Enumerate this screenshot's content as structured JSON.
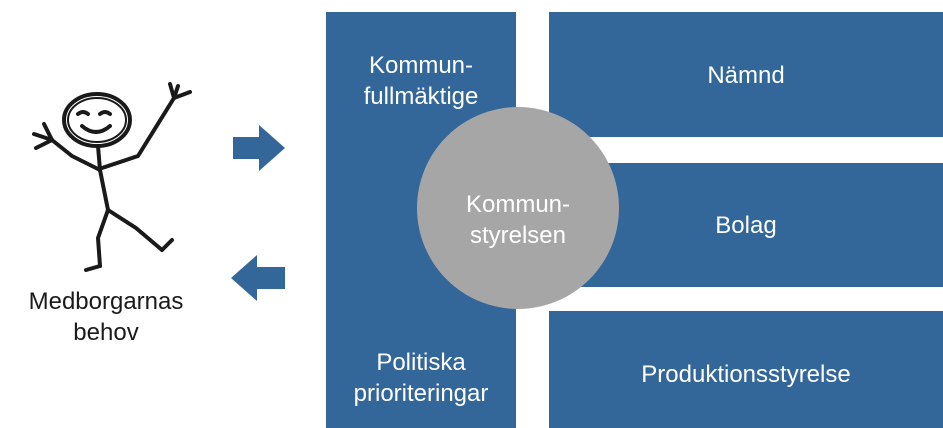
{
  "colors": {
    "block": "#336699",
    "circle": "#A6A6A6",
    "text_on_block": "#FFFFFF",
    "text_dark": "#1A1A1A",
    "arrow": "#336699"
  },
  "citizen": {
    "label_line1": "Medborgarnas",
    "label_line2": "behov",
    "icon": "stick-figure-icon"
  },
  "arrows": {
    "to_organization": "arrow-right-icon",
    "to_citizen": "arrow-left-icon"
  },
  "left_column": {
    "top_label_line1": "Kommun-",
    "top_label_line2": "fullmäktige",
    "bottom_label_line1": "Politiska",
    "bottom_label_line2": "prioriteringar"
  },
  "center": {
    "label_line1": "Kommun-",
    "label_line2": "styrelsen"
  },
  "right_blocks": {
    "top": "Nämnd",
    "middle": "Bolag",
    "bottom": "Produktionsstyrelse"
  }
}
